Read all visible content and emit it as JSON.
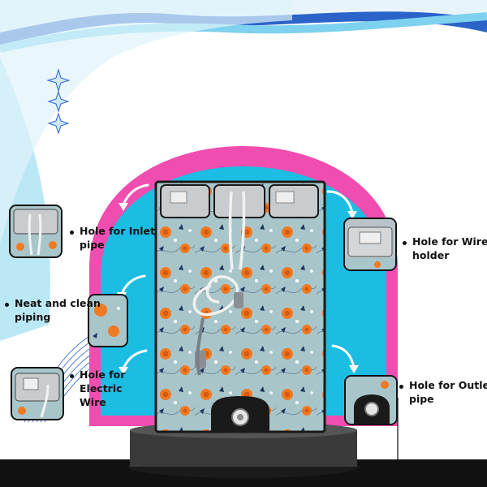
{
  "callouts": {
    "inlet": "Hole for Inlet\npipe",
    "wire_holder": "Hole for Wire\nholder",
    "piping": "Neat and clean\npiping",
    "electric": "Hole for\nElectric\nWire",
    "outlet": "Hole for Outlet\npipe"
  },
  "colors": {
    "arch_pink": "#f04db0",
    "arch_blue": "#1cbde3",
    "fabric": "#a8c6ca",
    "flower": "#f07a22",
    "stand": "#2e2e2e",
    "floor": "#111111"
  },
  "icons": [
    "sparkle-icon",
    "curved-arrow-icon"
  ]
}
